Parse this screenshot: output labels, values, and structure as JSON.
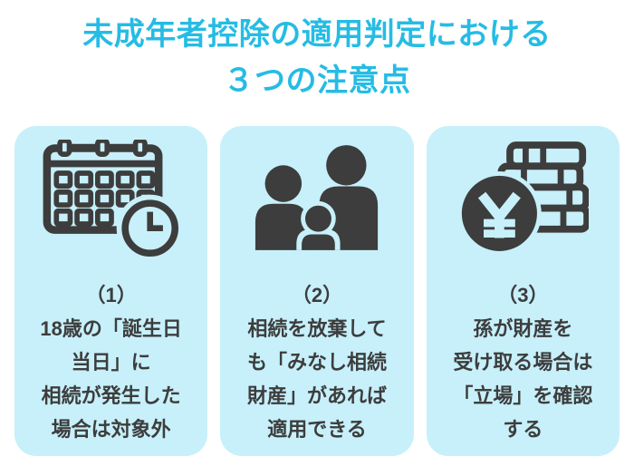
{
  "title": "未成年者控除の適用判定における\n３つの注意点",
  "colors": {
    "accent": "#25bce4",
    "card_background": "#c7f0fa",
    "icon_dark": "#3d3d3d",
    "text_dark": "#3d3d3d",
    "page_background": "#ffffff"
  },
  "cards": [
    {
      "icon": "calendar-clock-icon",
      "number": "（1）",
      "text": "18歳の「誕生日\n当日」に\n相続が発生した\n場合は対象外"
    },
    {
      "icon": "family-icon",
      "number": "（2）",
      "text": "相続を放棄して\nも「みなし相続\n財産」があれば\n適用できる"
    },
    {
      "icon": "yen-coins-icon",
      "number": "（3）",
      "text": "孫が財産を\n受け取る場合は\n「立場」を確認\nする"
    }
  ]
}
